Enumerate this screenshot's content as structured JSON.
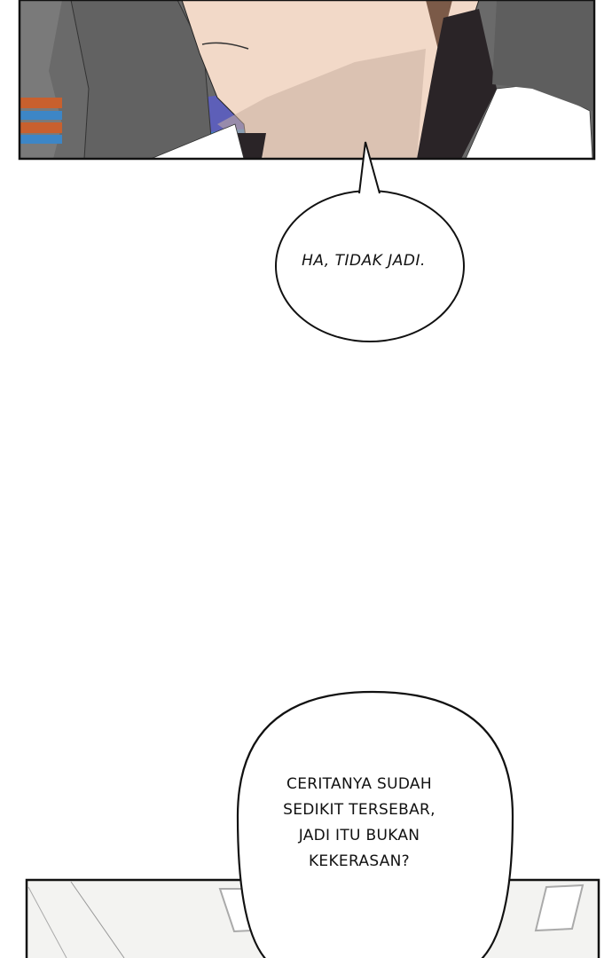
{
  "panels": [
    {
      "name": "top-panel",
      "description_hidden": true
    },
    {
      "name": "bottom-panel",
      "description_hidden": true
    }
  ],
  "bubbles": [
    {
      "text": "HA, TIDAK JADI."
    },
    {
      "lines": [
        "CERITANYA SUDAH",
        "SEDIKIT TERSEBAR,",
        "JADI ITU BUKAN",
        "KEKERASAN?"
      ]
    }
  ],
  "colors": {
    "skin": "#f2d9c8",
    "shadow": "#c9aea0",
    "bg_gray": "#6b6b6b",
    "panel_border": "#111111"
  }
}
